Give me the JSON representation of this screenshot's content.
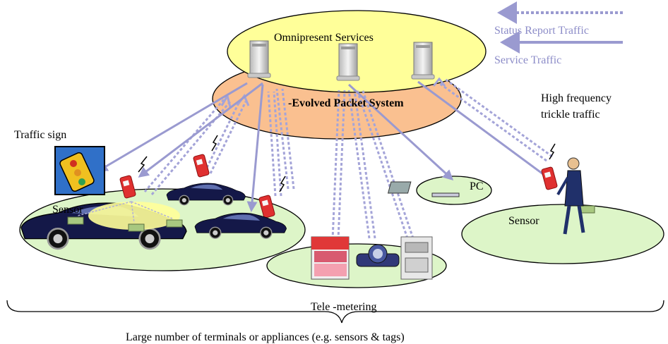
{
  "cloud": {
    "services_label": "Omnipresent Services",
    "eps_label": "-Evolved Packet System"
  },
  "legend": {
    "status_report": "Status Report Traffic",
    "service": "Service Traffic"
  },
  "labels": {
    "high_frequency_line1": "High frequency",
    "high_frequency_line2": "trickle traffic",
    "traffic_sign": "Traffic sign",
    "sensor_left": "Sensor",
    "sensor_right": "Sensor",
    "pc": "PC",
    "tele_metering": "Tele -metering",
    "caption": "Large number of terminals or appliances (e.g. sensors & tags)"
  },
  "colors": {
    "services_ellipse": "#ffff99",
    "eps_ellipse": "#fac090",
    "ground_ellipse": "#ddf5c8",
    "arrow": "#9999cc",
    "car": "#141848"
  },
  "icons": [
    "server-icon",
    "phone-icon",
    "traffic-light-icon",
    "car-icon",
    "laptop-icon",
    "vending-machine-icon",
    "water-meter-icon",
    "gas-meter-icon",
    "person-icon",
    "antenna-icon"
  ]
}
